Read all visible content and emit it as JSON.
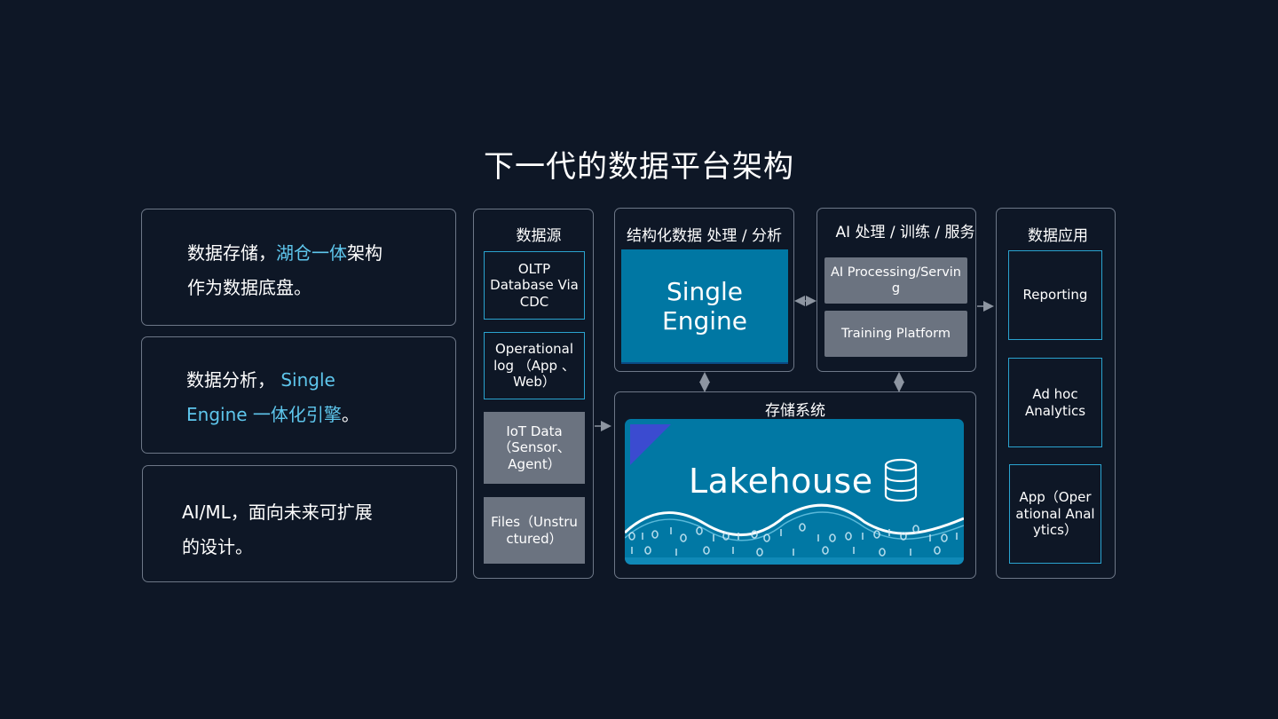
{
  "title": "下一代的数据平台架构",
  "features": [
    {
      "line1_pre": "数据存储，",
      "line1_hl": "湖仓一体",
      "line1_post": "架构",
      "line2_pre": "",
      "line2_hl": "",
      "line2_post": "作为数据底盘。"
    },
    {
      "line1_pre": "数据分析， ",
      "line1_hl": "Single",
      "line1_post": "",
      "line2_pre": "",
      "line2_hl": "Engine 一体化引擎",
      "line2_post": "。"
    },
    {
      "line1_pre": "AI/ML，面向未来可扩展",
      "line1_hl": "",
      "line1_post": "",
      "line2_pre": "",
      "line2_hl": "",
      "line2_post": "的设计。"
    }
  ],
  "sources": {
    "heading": "数据源",
    "items": [
      "OLTP Database Via CDC",
      "Operational log （App 、Web）",
      "IoT Data（Sensor、Agent）",
      "Files（Unstructured）"
    ]
  },
  "structured": {
    "heading": "结构化数据 处理 / 分析",
    "engine_line1": "Single",
    "engine_line2": "Engine"
  },
  "ai": {
    "heading": "AI 处理 / 训练 / 服务",
    "processing": "AI Processing/Serving",
    "training": "Training Platform"
  },
  "storage": {
    "heading": "存储系统",
    "lakehouse": "Lakehouse"
  },
  "apps": {
    "heading": "数据应用",
    "items": [
      "Reporting",
      "Ad hoc Analytics",
      "App（Operational Analytics）"
    ]
  },
  "colors": {
    "background": "#0e1726",
    "accent": "#5ec6ec",
    "engine": "#0077a3",
    "gray_box": "#6b7380",
    "border": "#6d7787"
  },
  "icons": {
    "database": "database-icon"
  }
}
